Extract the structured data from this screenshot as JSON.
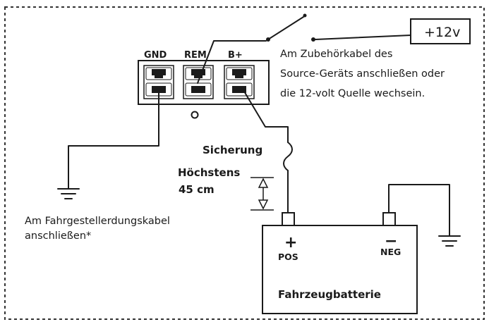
{
  "terminals": {
    "gnd": "GND",
    "rem": "REM",
    "bplus": "B+"
  },
  "source": {
    "voltage": "+12v",
    "note_lines": [
      "Am Zubehörkabel des",
      "Source-Geräts anschließen oder",
      "die 12-volt Quelle wechsein."
    ]
  },
  "fuse": {
    "label": "Sicherung"
  },
  "distance": {
    "line1": "Höchstens",
    "line2": "45 cm"
  },
  "ground": {
    "note_lines": [
      "Am Fahrgestellerdungskabel",
      "anschließen*"
    ]
  },
  "battery": {
    "pos_sign": "+",
    "pos_label": "POS",
    "neg_sign": "−",
    "neg_label": "NEG",
    "label": "Fahrzeugbatterie"
  }
}
